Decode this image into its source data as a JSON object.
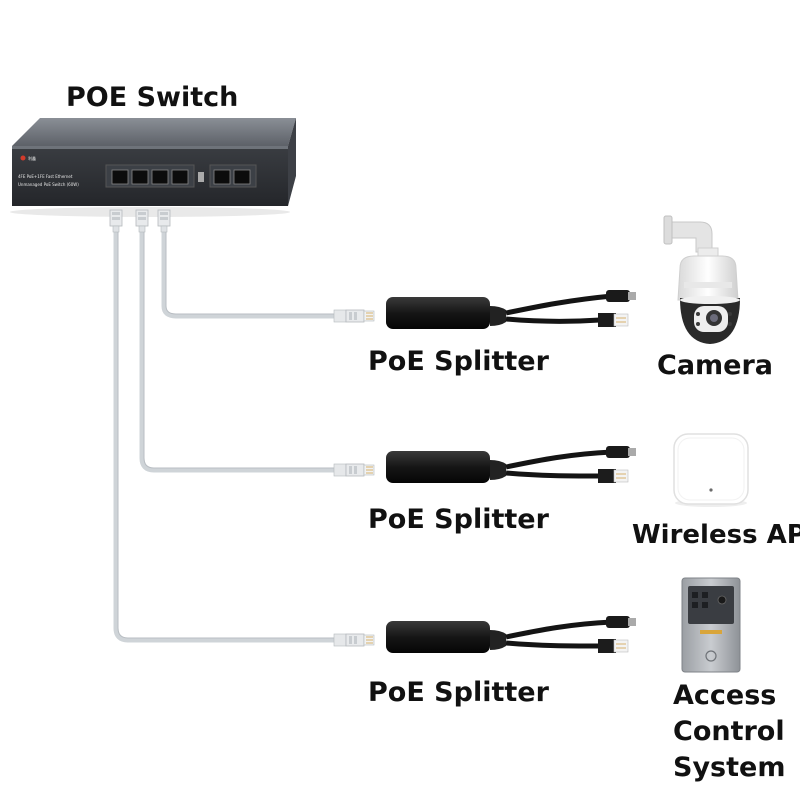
{
  "labels": {
    "switch": "POE Switch",
    "splitter_1": "PoE Splitter",
    "splitter_2": "PoE Splitter",
    "splitter_3": "PoE Splitter",
    "camera": "Camera",
    "wireless_ap": "Wireless AP",
    "access_control": [
      "Access",
      "Control",
      "System"
    ]
  },
  "switch_panel": {
    "brand": "利鑫",
    "line1": "4FE PoE+1FE Fast Ethernet",
    "line2": "Unmanaged PoE Switch (60W)"
  },
  "colors": {
    "switch_body": "#4d5158",
    "switch_face": "#2f3236",
    "cable": "#d4d8dc",
    "splitter": "#1b1b1b"
  }
}
